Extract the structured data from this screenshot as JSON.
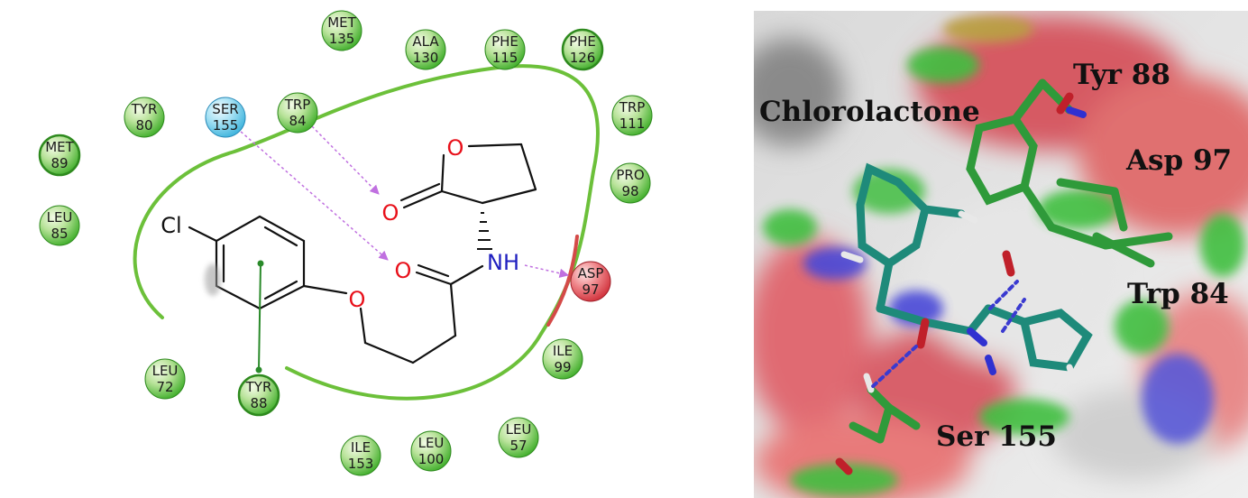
{
  "residues": [
    {
      "name": "MET",
      "num": "135",
      "type": "hydrophobic"
    },
    {
      "name": "ALA",
      "num": "130",
      "type": "hydrophobic"
    },
    {
      "name": "PHE",
      "num": "115",
      "type": "hydrophobic"
    },
    {
      "name": "PHE",
      "num": "126",
      "type": "hydrophobic"
    },
    {
      "name": "TYR",
      "num": "80",
      "type": "hydrophobic"
    },
    {
      "name": "SER",
      "num": "155",
      "type": "polar"
    },
    {
      "name": "TRP",
      "num": "84",
      "type": "hydrophobic"
    },
    {
      "name": "TRP",
      "num": "111",
      "type": "hydrophobic"
    },
    {
      "name": "MET",
      "num": "89",
      "type": "hydrophobic"
    },
    {
      "name": "PRO",
      "num": "98",
      "type": "hydrophobic"
    },
    {
      "name": "LEU",
      "num": "85",
      "type": "hydrophobic"
    },
    {
      "name": "ASP",
      "num": "97",
      "type": "negative"
    },
    {
      "name": "ILE",
      "num": "99",
      "type": "hydrophobic"
    },
    {
      "name": "LEU",
      "num": "72",
      "type": "hydrophobic"
    },
    {
      "name": "TYR",
      "num": "88",
      "type": "hydrophobic"
    },
    {
      "name": "LEU",
      "num": "57",
      "type": "hydrophobic"
    },
    {
      "name": "ILE",
      "num": "153",
      "type": "hydrophobic"
    },
    {
      "name": "LEU",
      "num": "100",
      "type": "hydrophobic"
    }
  ],
  "atoms": {
    "cl": "Cl",
    "o": "O",
    "nh": "NH"
  },
  "labels3d": {
    "tyr88": "Tyr 88",
    "chlorolactone": "Chlorolactone",
    "asp97": "Asp 97",
    "trp84": "Trp 84",
    "ser155": "Ser 155"
  },
  "colors": {
    "hydrophobic": "#3fae2a",
    "polar": "#4fc3e8",
    "negative": "#e0404a",
    "pocket": "#6cc03a",
    "hbond": "#c070e0",
    "pi_stack": "#2a8a2a",
    "oxygen": "#e8101a",
    "nitrogen": "#2020c0"
  }
}
